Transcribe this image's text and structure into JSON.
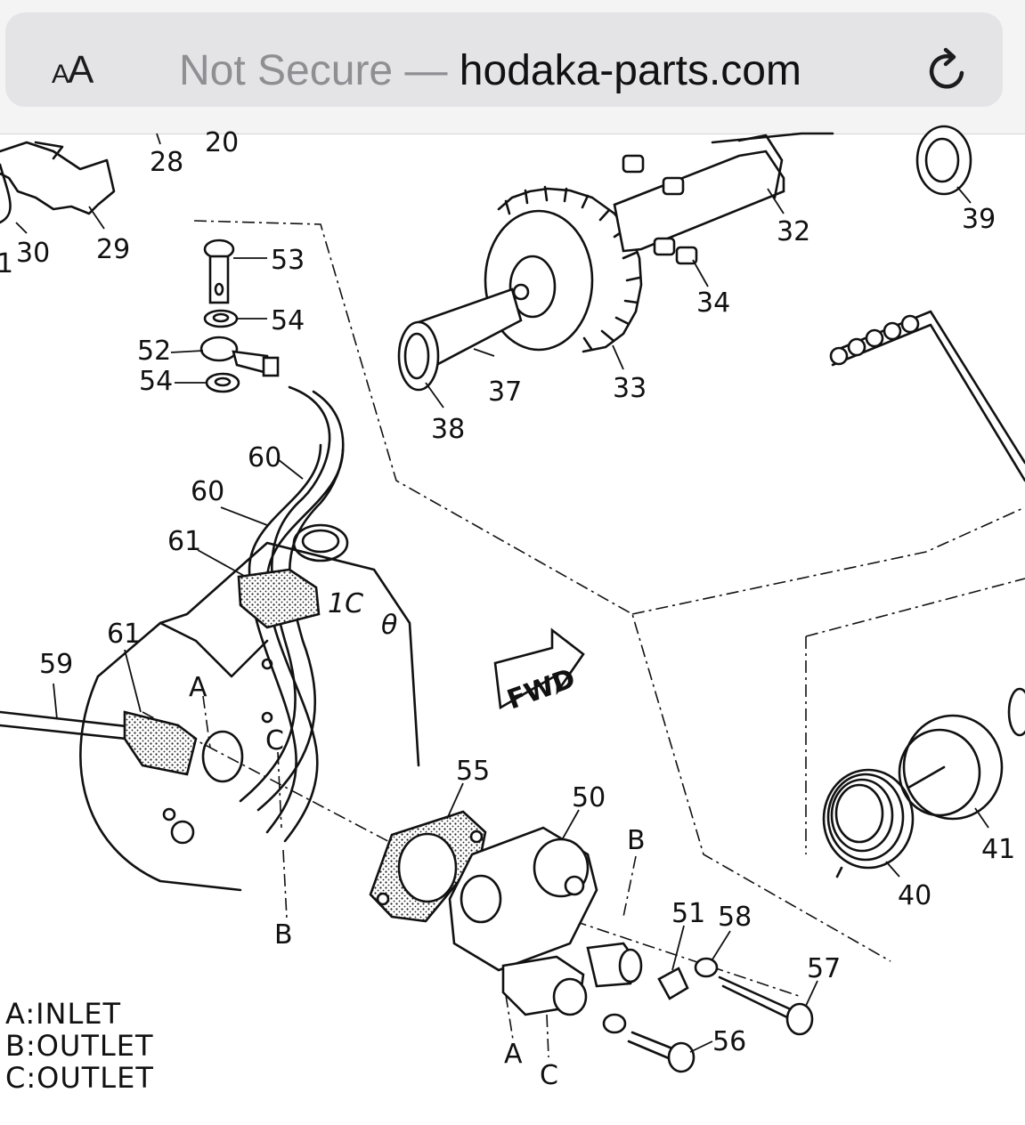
{
  "browser": {
    "text_size_small": "A",
    "text_size_large": "A",
    "security_label": "Not Secure",
    "separator": " — ",
    "domain": "hodaka-parts.com",
    "icons": {
      "text_size": "text-size-icon",
      "reload": "reload-icon"
    }
  },
  "diagram": {
    "callouts": {
      "p1": "1",
      "p20": "20",
      "p28": "28",
      "p29": "29",
      "p30": "30",
      "p32": "32",
      "p33": "33",
      "p34": "34",
      "p37": "37",
      "p38": "38",
      "p39": "39",
      "p40": "40",
      "p41": "41",
      "p50": "50",
      "p51": "51",
      "p52": "52",
      "p53": "53",
      "p54a": "54",
      "p54b": "54",
      "p55": "55",
      "p56": "56",
      "p57": "57",
      "p58": "58",
      "p59": "59",
      "p60a": "60",
      "p60b": "60",
      "p61a": "61",
      "p61b": "61"
    },
    "connection_marks": {
      "a_top": "A",
      "c_top": "C",
      "b_bottom": "B",
      "b_right": "B",
      "a_pump": "A",
      "c_pump": "C"
    },
    "direction_label": "FWD",
    "casting_marks": {
      "mark1": "1C",
      "mark2": "θ"
    },
    "legend": [
      {
        "key": "A",
        "text": ":INLET"
      },
      {
        "key": "B",
        "text": ":OUTLET"
      },
      {
        "key": "C",
        "text": ":OUTLET"
      }
    ]
  }
}
